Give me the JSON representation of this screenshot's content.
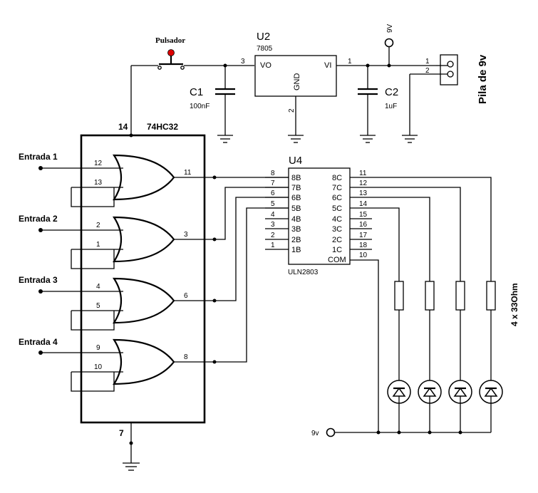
{
  "power": {
    "switch_label": "Pulsador",
    "regulator": {
      "ref": "U2",
      "part": "7805",
      "vo": "VO",
      "vi": "VI",
      "gnd": "GND",
      "pin_vo": "3",
      "pin_vi": "1",
      "pin_gnd": "2"
    },
    "c1": {
      "ref": "C1",
      "value": "100nF"
    },
    "c2": {
      "ref": "C2",
      "value": "1uF"
    },
    "supply_top": "9V",
    "connector": {
      "pin1": "1",
      "pin2": "2",
      "label": "Pila de 9v"
    }
  },
  "logic": {
    "part": "74HC32",
    "vcc_pin": "14",
    "gnd_pin": "7",
    "inputs": [
      "Entrada 1",
      "Entrada 2",
      "Entrada 3",
      "Entrada 4"
    ],
    "gates": [
      {
        "in_a": "12",
        "in_b": "13",
        "out": "11"
      },
      {
        "in_a": "2",
        "in_b": "1",
        "out": "3"
      },
      {
        "in_a": "4",
        "in_b": "5",
        "out": "6"
      },
      {
        "in_a": "9",
        "in_b": "10",
        "out": "8"
      }
    ]
  },
  "driver": {
    "ref": "U4",
    "part": "ULN2803",
    "left_pins": [
      {
        "num": "8",
        "name": "8B"
      },
      {
        "num": "7",
        "name": "7B"
      },
      {
        "num": "6",
        "name": "6B"
      },
      {
        "num": "5",
        "name": "5B"
      },
      {
        "num": "4",
        "name": "4B"
      },
      {
        "num": "3",
        "name": "3B"
      },
      {
        "num": "2",
        "name": "2B"
      },
      {
        "num": "1",
        "name": "1B"
      }
    ],
    "right_pins": [
      {
        "num": "11",
        "name": "8C"
      },
      {
        "num": "12",
        "name": "7C"
      },
      {
        "num": "13",
        "name": "6C"
      },
      {
        "num": "14",
        "name": "5C"
      },
      {
        "num": "15",
        "name": "4C"
      },
      {
        "num": "16",
        "name": "3C"
      },
      {
        "num": "17",
        "name": "2C"
      },
      {
        "num": "18",
        "name": "1C"
      },
      {
        "num": "10",
        "name": "COM"
      }
    ]
  },
  "outputs": {
    "resistor_label": "4 x 33Ohm",
    "supply_bottom": "9v"
  }
}
